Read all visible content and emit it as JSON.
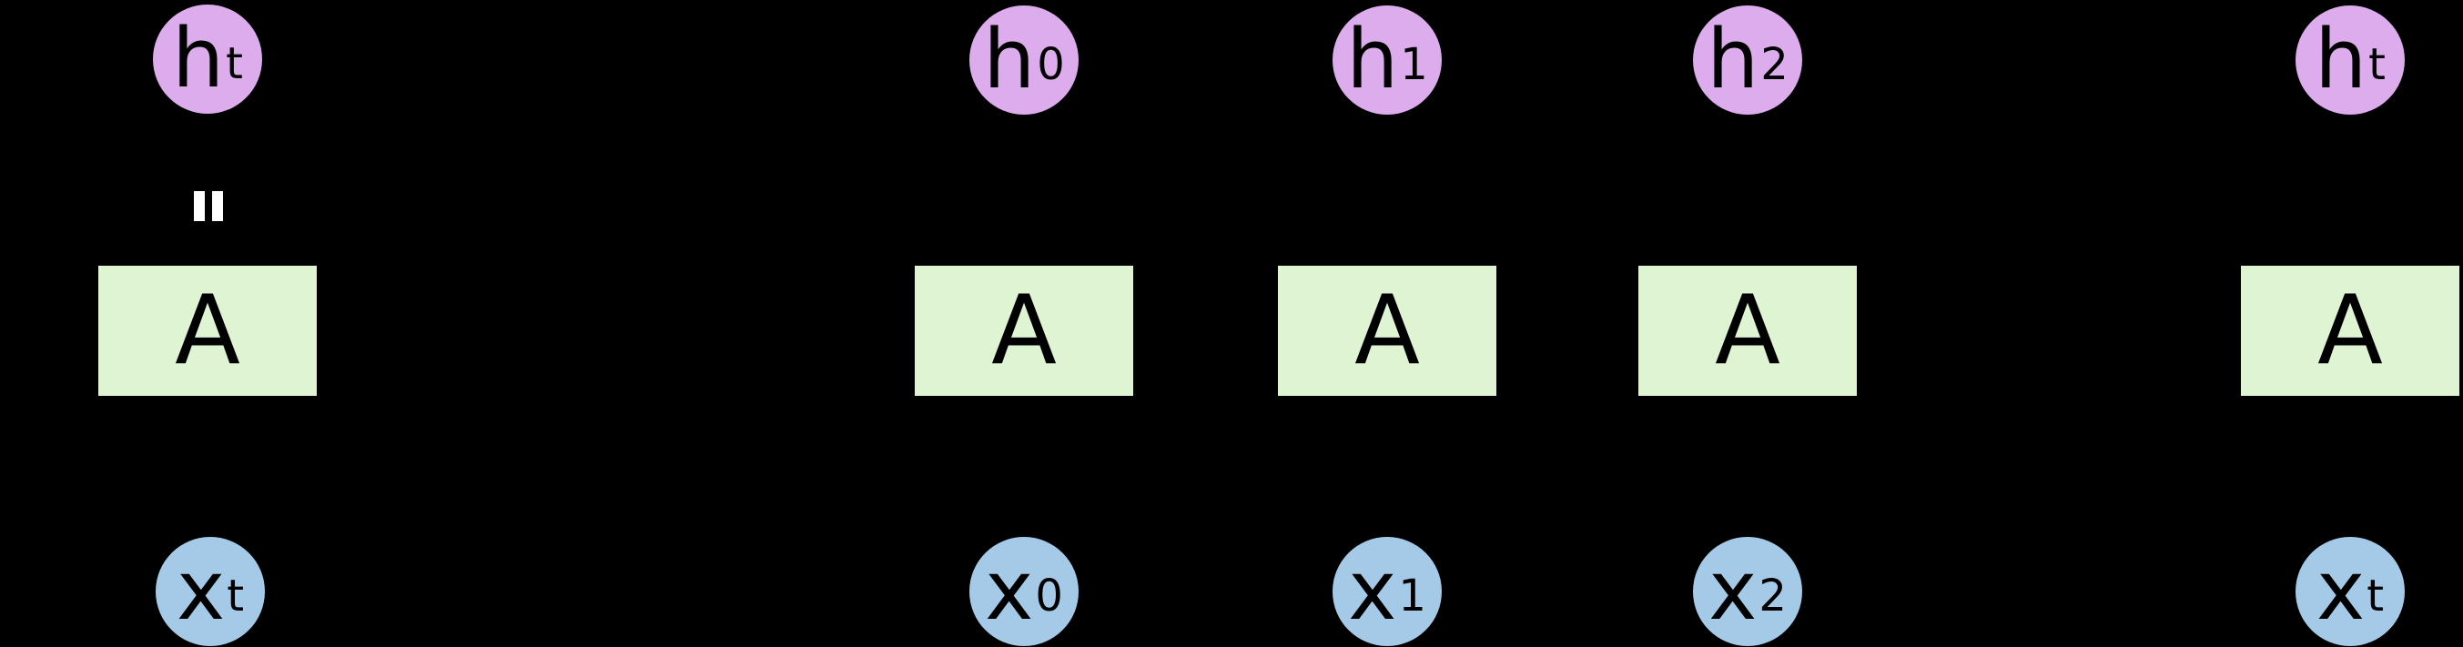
{
  "diagram": {
    "description": "Recurrent neural network cell and its unrolled representation",
    "background_color": "#000000",
    "colors": {
      "hidden_node_fill": "#dcacec",
      "input_node_fill": "#a5cae8",
      "cell_fill": "#dff4d2",
      "label_color": "#000000",
      "equals_mark_color": "#ffffff"
    },
    "single_cell": {
      "hidden_label": {
        "base": "h",
        "sub": "t"
      },
      "cell_label": "A",
      "input_label": {
        "base": "x",
        "sub": "t"
      },
      "equals_symbol": "="
    },
    "unrolled_cells": [
      {
        "hidden_label": {
          "base": "h",
          "sub": "0"
        },
        "cell_label": "A",
        "input_label": {
          "base": "x",
          "sub": "0"
        }
      },
      {
        "hidden_label": {
          "base": "h",
          "sub": "1"
        },
        "cell_label": "A",
        "input_label": {
          "base": "x",
          "sub": "1"
        }
      },
      {
        "hidden_label": {
          "base": "h",
          "sub": "2"
        },
        "cell_label": "A",
        "input_label": {
          "base": "x",
          "sub": "2"
        }
      },
      {
        "hidden_label": {
          "base": "h",
          "sub": "t"
        },
        "cell_label": "A",
        "input_label": {
          "base": "x",
          "sub": "t"
        }
      }
    ]
  }
}
